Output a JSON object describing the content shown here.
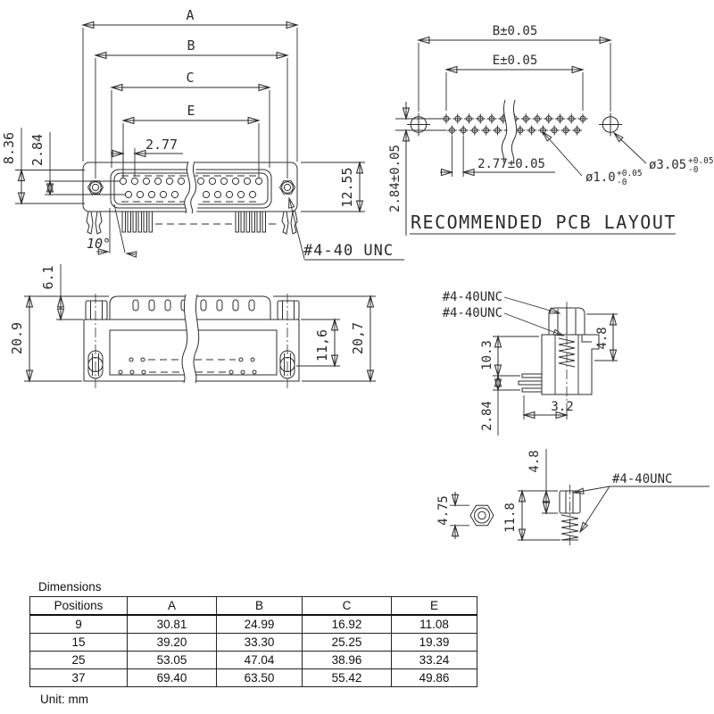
{
  "colors": {
    "line": "#2e2e2e",
    "text": "#2b2b2b",
    "background": "#ffffff"
  },
  "front_view": {
    "dim_a": "A",
    "dim_b": "B",
    "dim_c": "C",
    "dim_e": "E",
    "pin_pitch": "2.77",
    "row_spacing": "2.84",
    "shell_height": "8.36",
    "body_height": "12.55",
    "leg_angle": "10°",
    "mount_thread": "#4-40 UNC"
  },
  "pcb_layout": {
    "title": "RECOMMENDED PCB LAYOUT",
    "dim_b": "B±0.05",
    "dim_e": "E±0.05",
    "row_spacing": "2.84±0.05",
    "pin_pitch": "2.77±0.05",
    "pin_hole_dia": "ø1.0",
    "pin_hole_tol_plus": "+0.05",
    "pin_hole_tol_minus": "-0",
    "mount_hole_dia": "ø3.05",
    "mount_hole_tol_plus": "+0.05",
    "mount_hole_tol_minus": "-0"
  },
  "top_view": {
    "face_height": "6.1",
    "overall_left": "20.9",
    "inner_depth": "11,6",
    "overall_right": "20,7"
  },
  "side_view": {
    "thread_label_1": "#4-40UNC",
    "thread_label_2": "#4-40UNC",
    "body_depth": "10.3",
    "lead_spacing": "2.84",
    "head_height": "4.8",
    "lead_offset": "3.2"
  },
  "screw_detail": {
    "head_height": "4.8",
    "hex_flats": "4.75",
    "screw_length": "11.8",
    "thread": "#4-40UNC"
  },
  "table": {
    "title": "Dimensions",
    "columns": [
      "Positions",
      "A",
      "B",
      "C",
      "E"
    ],
    "rows": [
      [
        "9",
        "30.81",
        "24.99",
        "16.92",
        "11.08"
      ],
      [
        "15",
        "39.20",
        "33.30",
        "25.25",
        "19.39"
      ],
      [
        "25",
        "53.05",
        "47.04",
        "38.96",
        "33.24"
      ],
      [
        "37",
        "69.40",
        "63.50",
        "55.42",
        "49.86"
      ]
    ],
    "unit": "Unit: mm"
  }
}
